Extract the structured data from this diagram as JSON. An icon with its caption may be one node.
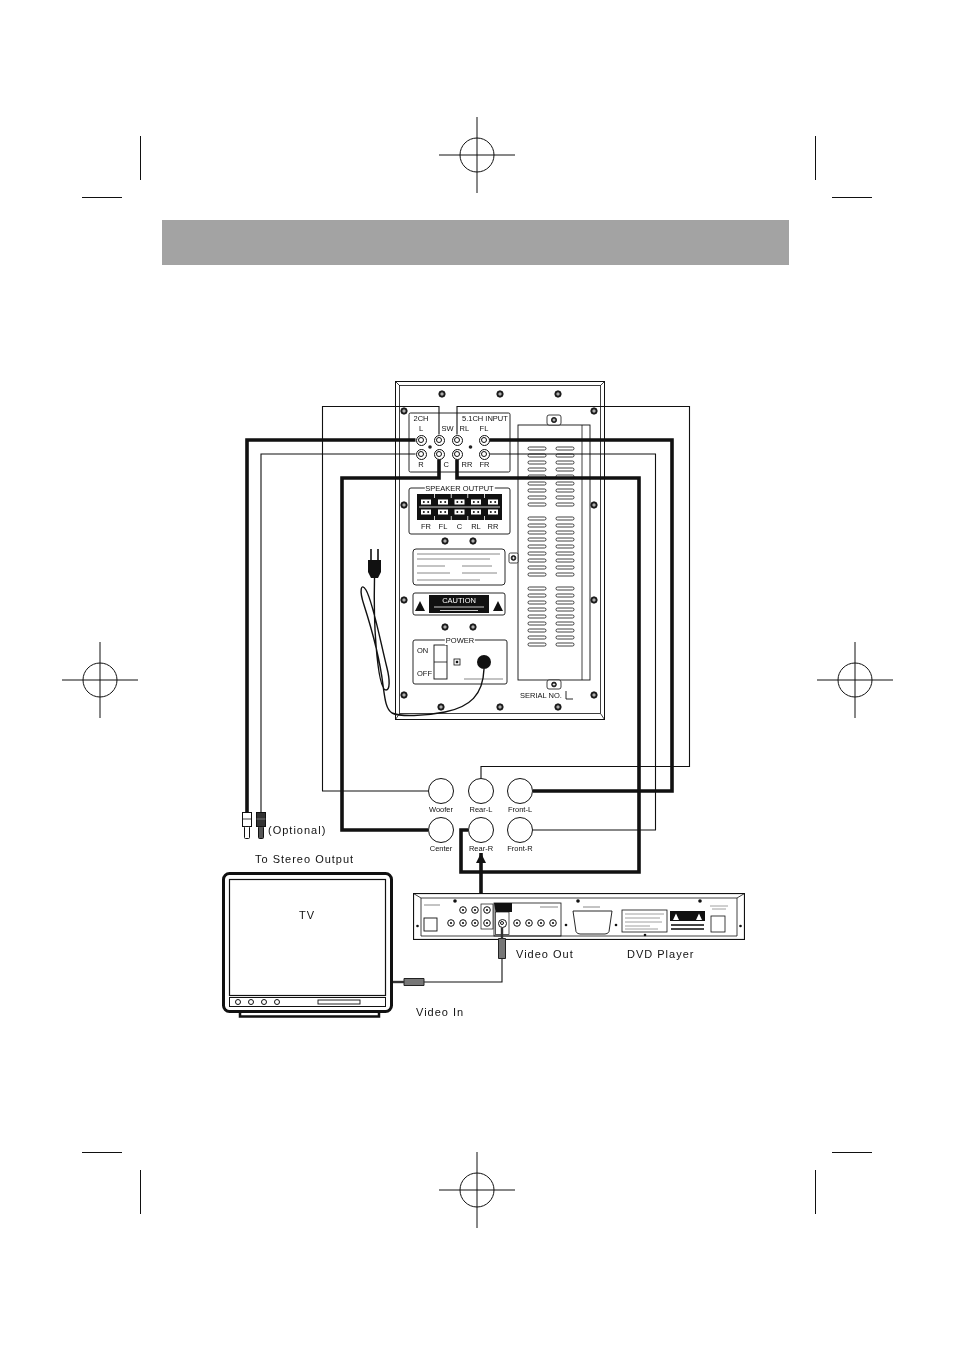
{
  "diagram": {
    "nodes": [
      {
        "text": [],
        "shape": "picture"
      },
      {
        "text": [],
        "shape": "circle",
        "in": 0,
        "beside": [
          "L"
        ]
      },
      {
        "text": [],
        "shape": "circle",
        "in": 0,
        "beside": [
          "SW"
        ]
      },
      {
        "text": [],
        "shape": "circle",
        "in": 0,
        "beside": [
          "RL"
        ]
      },
      {
        "text": [],
        "shape": "circle",
        "in": 0,
        "beside": [
          "FL"
        ]
      },
      {
        "text": [],
        "shape": "circle",
        "in": 0,
        "beside": [
          "R"
        ]
      },
      {
        "text": [],
        "shape": "circle",
        "in": 0,
        "beside": [
          "C"
        ]
      },
      {
        "text": [],
        "shape": "circle",
        "in": 0,
        "beside": [
          "RR"
        ]
      },
      {
        "text": [],
        "shape": "circle",
        "in": 0,
        "beside": [
          "FR"
        ]
      },
      {
        "text": [
          "Woofer"
        ]
      },
      {
        "text": [
          "Rear-L"
        ]
      },
      {
        "text": [
          "Front-L"
        ]
      },
      {
        "text": [],
        "shape": "picture"
      },
      {
        "text": [],
        "shape": "picture"
      },
      {
        "text": [
          "Center"
        ]
      },
      {
        "text": [
          "Rear-R"
        ]
      },
      {
        "text": [
          "Front-R"
        ]
      },
      {
        "text": [
          "TV"
        ]
      },
      {
        "text": [],
        "shape": "picture",
        "beside": [
          "DVD Player"
        ]
      },
      {
        "text": [],
        "shape": "circle",
        "in": 18,
        "beside": [
          "Video Out"
        ]
      }
    ],
    "edges": [
      {
        "from": 2,
        "to": 9,
        "arrow": "none"
      },
      {
        "from": 3,
        "to": 10,
        "arrow": "none"
      },
      {
        "from": 4,
        "to": 11,
        "arrow": "none",
        "style": "thick"
      },
      {
        "from": 1,
        "to": 12,
        "arrow": "none",
        "style": "thick"
      },
      {
        "from": 5,
        "to": 13,
        "arrow": "none"
      },
      {
        "from": 6,
        "to": 14,
        "arrow": "none",
        "style": "thick"
      },
      {
        "from": 7,
        "to": 15,
        "arrow": "none",
        "style": "thick"
      },
      {
        "from": 8,
        "to": 16,
        "arrow": "none"
      },
      {
        "from": 19,
        "to": 17,
        "arrow": "other"
      },
      {
        "from": 18,
        "to": 15,
        "arrow": "to",
        "style": "thick"
      }
    ],
    "labels": [
      "2CH",
      "5.1CH INPUT",
      "SPEAKER OUTPUT",
      "FR",
      "FL",
      "C",
      "RL",
      "RR",
      "CAUTION",
      "POWER",
      "ON",
      "OFF",
      "SERIAL NO.",
      "(Optional)",
      "To Stereo Output",
      "Video In"
    ]
  }
}
